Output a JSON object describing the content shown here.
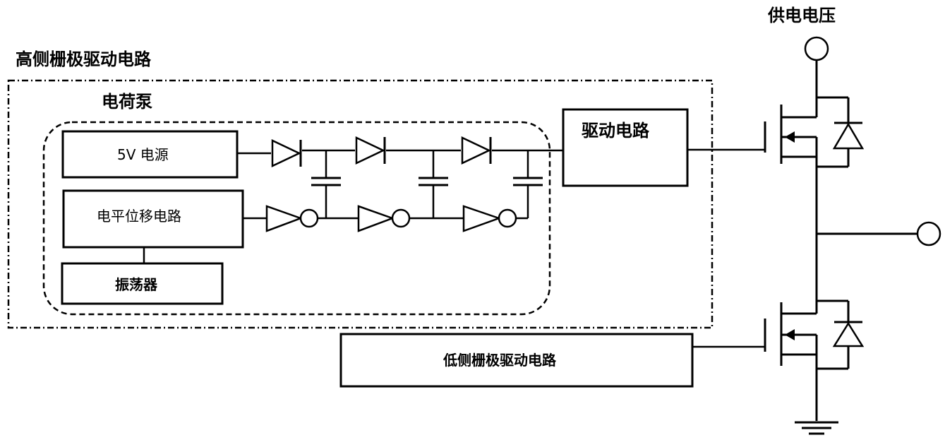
{
  "labels": {
    "supply_voltage": "供电电压",
    "high_side_driver": "高侧栅极驱动电路",
    "charge_pump": "电荷泵",
    "power_5v": "5V 电源",
    "level_shift": "电平位移电路",
    "oscillator": "振荡器",
    "driver_circuit": "驱动电路",
    "low_side_driver": "低侧栅极驱动电路"
  }
}
